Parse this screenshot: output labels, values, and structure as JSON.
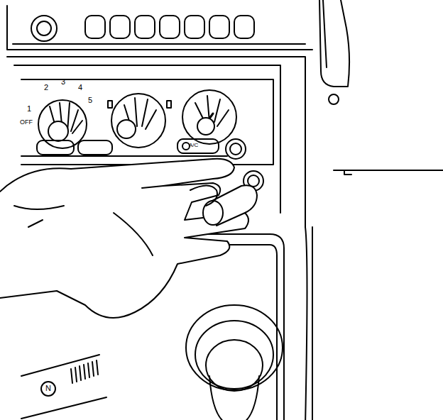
{
  "diagram": {
    "labels": [
      "2",
      "3",
      "4",
      "5",
      "1",
      "OFF",
      "A/C",
      "N"
    ]
  }
}
